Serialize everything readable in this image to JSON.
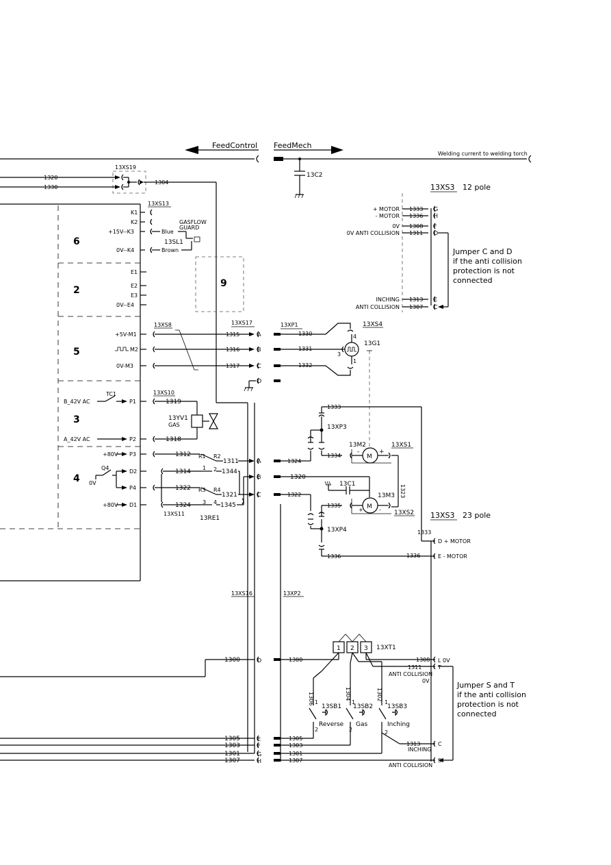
{
  "header": {
    "feed_control": "FeedControl",
    "feed_mech": "FeedMech",
    "welding_current": "Welding current to welding torch"
  },
  "capacitor_top": "13C2",
  "xs19": {
    "name": "13XS19",
    "wire1": "1320",
    "wire2": "1330",
    "out": "1304"
  },
  "xs13": {
    "name": "13XS13",
    "k1": "K1",
    "k2": "K2",
    "k3": "+15V--K3",
    "k4": "0V--K4",
    "blue": "Blue",
    "brown": "Brown",
    "sensor_a": "GASFLOW",
    "sensor_b": "GUARD",
    "sensor_name": "13SL1"
  },
  "blocks": {
    "b6": "6",
    "b2": "2",
    "b5": "5",
    "b3": "3",
    "b4": "4",
    "b9": "9"
  },
  "e_terms": {
    "e1": "E1",
    "e2": "E2",
    "e3": "E3",
    "e4": "0V--E4"
  },
  "xs8": {
    "name": "13XS8",
    "m1": "+5V-M1",
    "m2": "M2",
    "m3": "0V-M3"
  },
  "xs17": {
    "name": "13XS17",
    "w1": "1315",
    "w2": "1316",
    "w3": "1317",
    "a": "A",
    "b": "B",
    "c": "C",
    "d": "D"
  },
  "xp1": {
    "name": "13XP1",
    "w1": "1330",
    "w2": "1331",
    "w3": "1332"
  },
  "xs4": {
    "name": "13XS4",
    "g1": "13G1",
    "p4": "4",
    "p3": "3",
    "p1": "1"
  },
  "xs10": {
    "name": "13XS10",
    "b42": "B_42V AC",
    "a42": "A_42V AC",
    "tc1": "TC1",
    "p1": "P1",
    "p2": "P2",
    "w1319": "1319",
    "w1318": "1318",
    "valve": "13YV1",
    "valve_sub": "GAS"
  },
  "relay": {
    "p3": "P3",
    "d2": "D2",
    "p4": "P4",
    "d1": "D1",
    "v80a": "+80V",
    "v80b": "+80V",
    "q4": "Q4",
    "q4v": "0V",
    "w1312": "1312",
    "w1314": "1314",
    "w1322": "1322",
    "w1324": "1324",
    "w1311": "1311",
    "w1344": "1344",
    "w1321": "1321",
    "w1345": "1345",
    "r1": "R1",
    "r2": "R2",
    "r3": "R3",
    "r4": "R4",
    "c1": "1",
    "c2": "2",
    "c3": "3",
    "c4": "4",
    "xs11": "13XS11",
    "re1": "13RE1"
  },
  "mid": {
    "xs16": "13XS16",
    "xp2": "13XP2",
    "a": "A",
    "b": "B",
    "c": "C",
    "w1324": "1324",
    "w1320": "1320",
    "w1322": "1322"
  },
  "motors": {
    "xp3": "13XP3",
    "xp4": "13XP4",
    "m2": "13M2",
    "m3": "13M3",
    "xs1": "13XS1",
    "xs2": "13XS2",
    "c1": "13C1",
    "m": "M",
    "w1333": "1333",
    "w1334": "1334",
    "w1335": "1335",
    "w1336": "1336",
    "w1323": "1323",
    "plus": "+",
    "minus": "-"
  },
  "xs3_12": {
    "name": "13XS3",
    "poles": "12 pole",
    "rows": [
      {
        "label": "+ MOTOR",
        "wire": "1333",
        "pin": "G"
      },
      {
        "label": "- MOTOR",
        "wire": "1336",
        "pin": "H"
      },
      {
        "label": "0V",
        "wire": "1308",
        "pin": "F"
      },
      {
        "label": "0V ANTI COLLISION",
        "wire": "1311",
        "pin": "D"
      },
      {
        "label": "INCHING",
        "wire": "1313",
        "pin": "E"
      },
      {
        "label": "ANTI COLLISION",
        "wire": "1307",
        "pin": "C"
      }
    ],
    "note": [
      "Jumper C and D",
      "if the anti collision",
      "protection is not",
      "connected"
    ]
  },
  "xs3_23": {
    "name": "13XS3",
    "poles": "23 pole",
    "d": "D + MOTOR",
    "e": "E - MOTOR",
    "w1333": "1333",
    "w1336": "1336",
    "l": "L 0V",
    "t": "T",
    "c": "C",
    "s": "S",
    "w1308": "1308",
    "w1311": "1311",
    "w1313": "1313",
    "anti": "ANTI COLLISION",
    "ov": "0V",
    "inching": "INCHING",
    "anti2": "ANTI COLLISION",
    "note": [
      "Jumper S and T",
      "if the anti collision",
      "protection is not",
      "connected"
    ]
  },
  "xt1": {
    "name": "13XT1",
    "t1": "1",
    "t2": "2",
    "t3": "3",
    "sb1": "13SB1",
    "sb2": "13SB2",
    "sb3": "13SB3",
    "reverse": "Reverse",
    "gas": "Gas",
    "inching": "Inching",
    "w1306": "1306",
    "w1304": "1304",
    "w1302": "1302",
    "one": "1",
    "two": "2"
  },
  "bottom": {
    "w1300": "1300",
    "w1305": "1305",
    "w1303": "1303",
    "w1301": "1301",
    "w1307": "1307",
    "d": "D",
    "e": "E",
    "f": "F",
    "g": "G",
    "h": "H",
    "r1300": "1300",
    "r1305": "1305",
    "r1303": "1303",
    "r1301": "1301",
    "r1307": "1307"
  }
}
